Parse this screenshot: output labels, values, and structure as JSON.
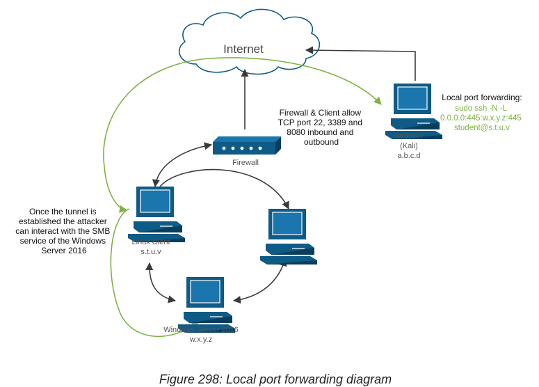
{
  "colors": {
    "device": "#0e5b86",
    "device_dark": "#083d5c",
    "screen": "#1a76ad",
    "tunnel": "#7cb342",
    "arrow": "#3a3a3a",
    "text_gray": "#555555"
  },
  "cloud": {
    "label": "Internet"
  },
  "firewall": {
    "label": "Firewall",
    "note": [
      "Firewall & Client allow",
      "TCP port 22, 3389 and",
      "8080 inbound and",
      "outbound"
    ]
  },
  "attacker": {
    "name": "Attacker",
    "sub": "(Kali)",
    "ip": "a.b.c.d",
    "note_title": "Local port forwarding:",
    "command": [
      "sudo ssh -N -L",
      "0.0.0.0:445:w.x.y.z:445",
      "student@s.t.u.v"
    ]
  },
  "linux_client": {
    "name": "Linux client",
    "ip": "s.t.u.v"
  },
  "windows_server": {
    "name": "Windows Server 2016",
    "ip": "w.x.y.z"
  },
  "tunnel_note": [
    "Once the tunnel is",
    "established the attacker",
    "can interact with the SMB",
    "service of the Windows",
    "Server 2016"
  ],
  "caption": "Figure 298: Local port forwarding diagram"
}
